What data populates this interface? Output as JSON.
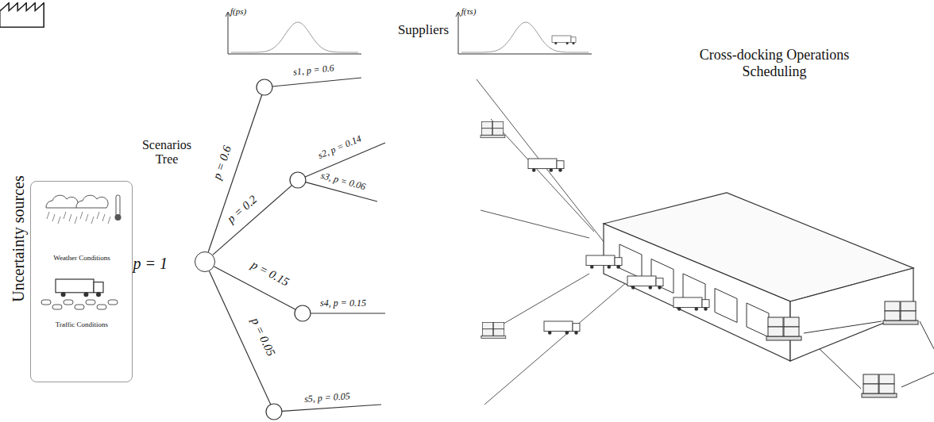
{
  "diagram": {
    "nodes": [
      {
        "text": [
          "Uncertainty sources",
          "Weather Conditions",
          "Traffic Conditions"
        ]
      },
      {
        "text": [
          "p = 1"
        ]
      }
    ],
    "labels": [
      "Scenarios Tree",
      "p = 0.6",
      "p = 0.2",
      "p = 0.15",
      "p = 0.05",
      "s1, p = 0.6",
      "s2, p = 0.14",
      "s3, p = 0.06",
      "s4, p = 0.15",
      "s5, p = 0.05",
      "Suppliers",
      "f(ps)",
      "f(τs)",
      "Cross-docking Operations Scheduling"
    ]
  }
}
